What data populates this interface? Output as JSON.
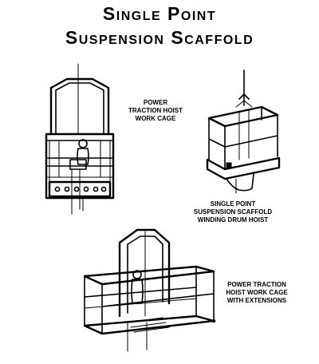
{
  "title": {
    "line1": "Single Point",
    "line2": "Suspension Scaffold"
  },
  "captions": {
    "power_traction_hoist_work_cage": [
      "POWER",
      "TRACTION HOIST",
      "WORK CAGE"
    ],
    "winding_drum_hoist": [
      "SINGLE POINT",
      "SUSPENSION SCAFFOLD",
      "WINDING DRUM HOIST"
    ],
    "work_cage_with_extensions": [
      "POWER TRACTION",
      "HOIST WORK CAGE",
      "WITH EXTENSIONS"
    ]
  }
}
